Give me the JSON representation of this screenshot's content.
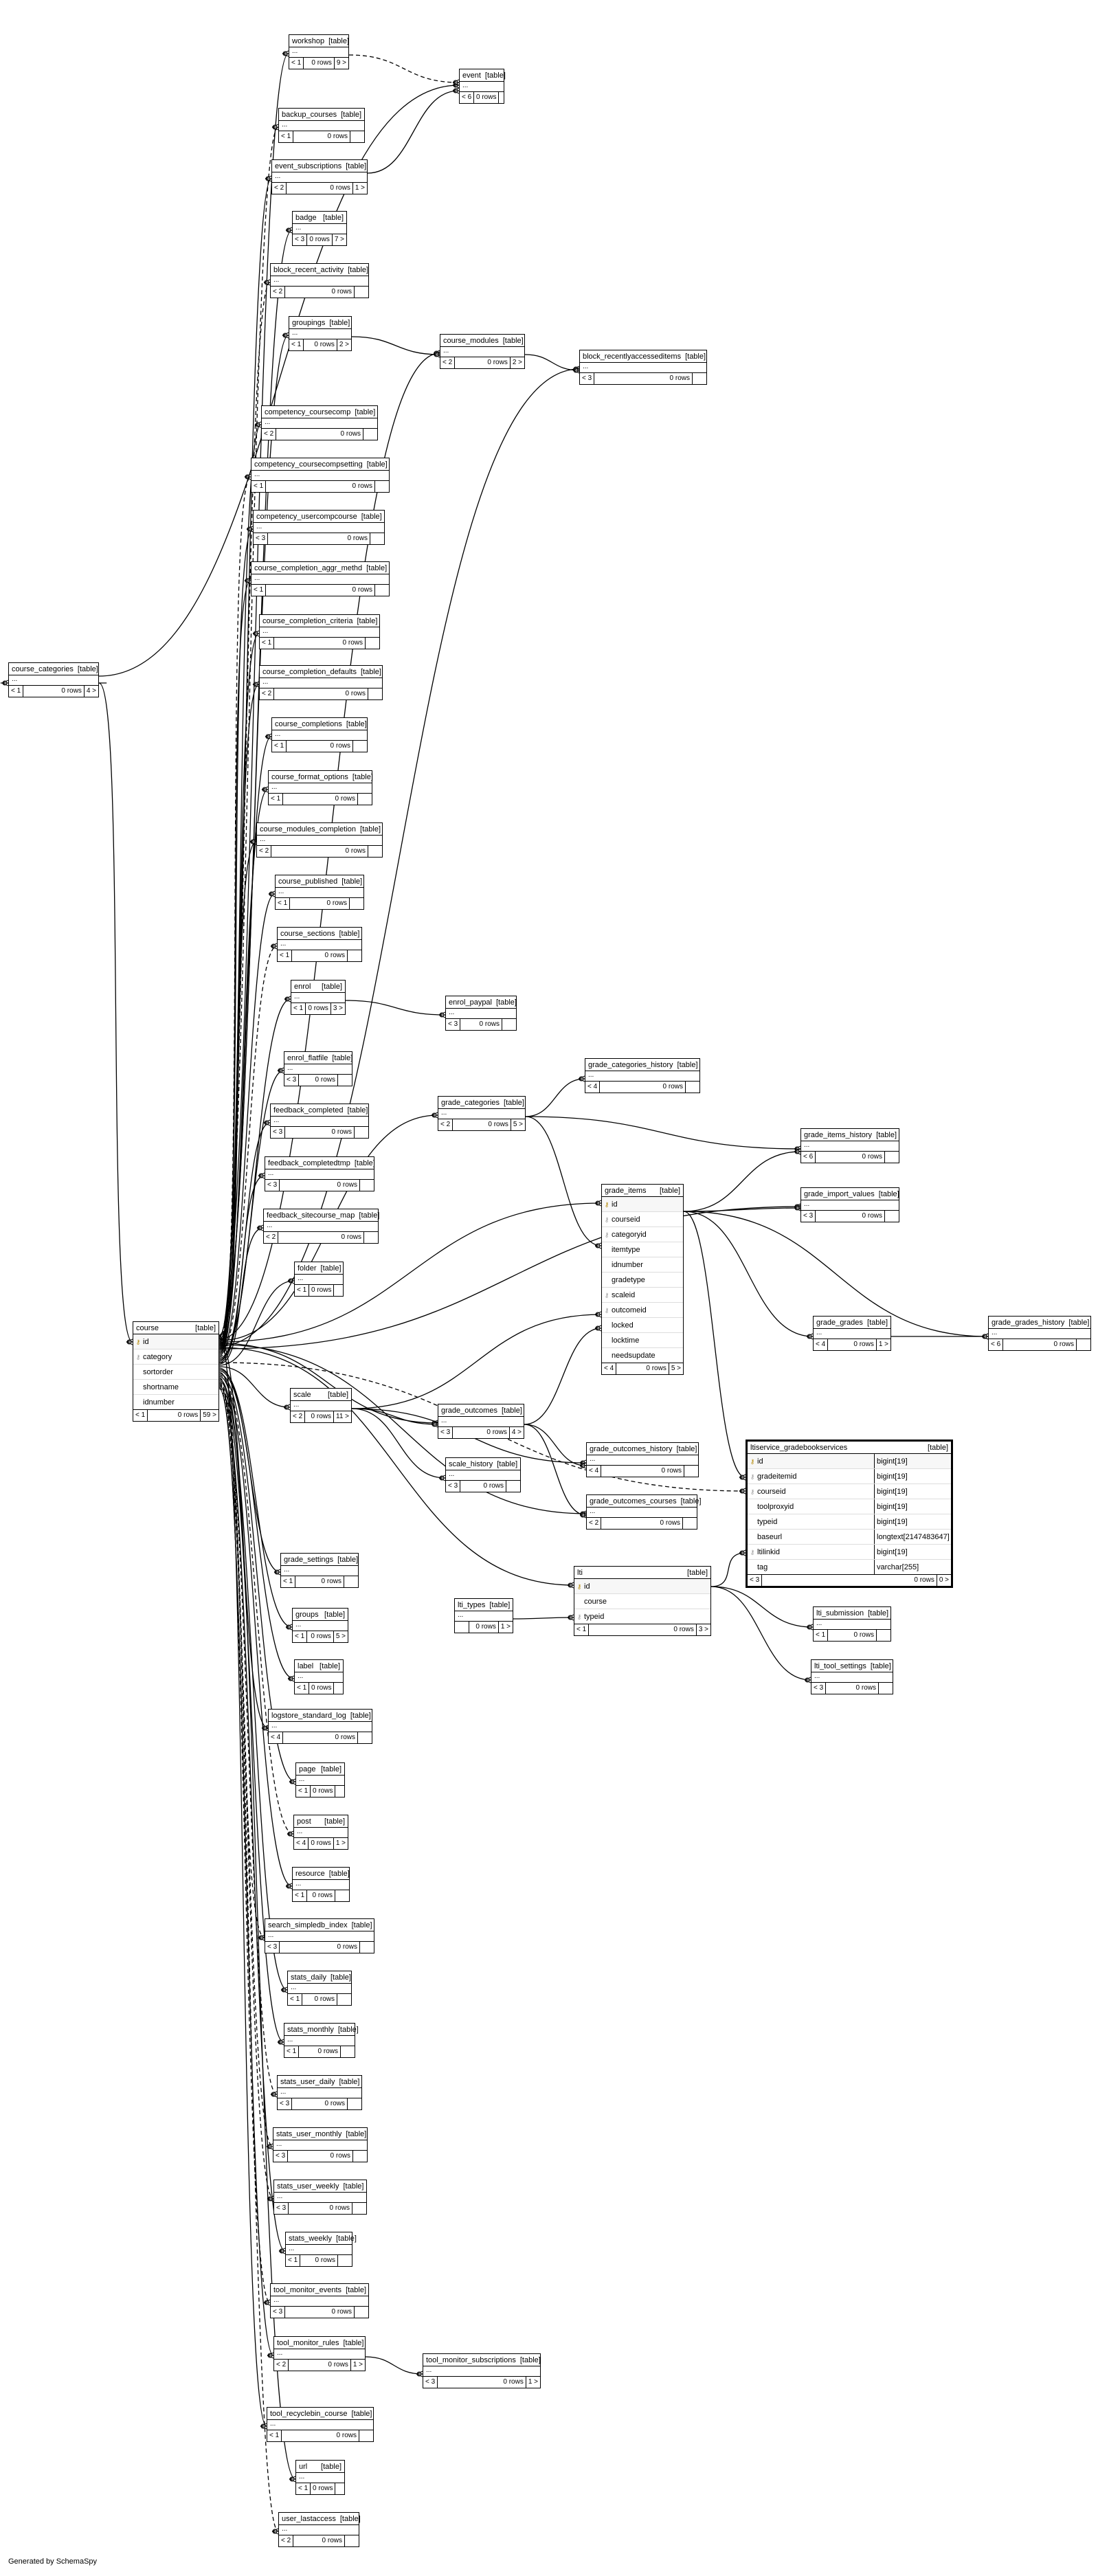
{
  "footer": "Generated by SchemaSpy",
  "labels": {
    "table_tag": "[table]",
    "rows_suffix": "rows",
    "ellipsis": "..."
  },
  "tables": [
    {
      "id": "workshop",
      "name": "workshop",
      "parents": "< 1",
      "rows": "0 rows",
      "children": "9 >"
    },
    {
      "id": "event",
      "name": "event",
      "parents": "< 6",
      "rows": "0 rows",
      "children": ""
    },
    {
      "id": "backup_courses",
      "name": "backup_courses",
      "parents": "< 1",
      "rows": "0 rows",
      "children": ""
    },
    {
      "id": "event_subscriptions",
      "name": "event_subscriptions",
      "parents": "< 2",
      "rows": "0 rows",
      "children": "1 >"
    },
    {
      "id": "badge",
      "name": "badge",
      "parents": "< 3",
      "rows": "0 rows",
      "children": "7 >"
    },
    {
      "id": "block_recent_activity",
      "name": "block_recent_activity",
      "parents": "< 2",
      "rows": "0 rows",
      "children": ""
    },
    {
      "id": "groupings",
      "name": "groupings",
      "parents": "< 1",
      "rows": "0 rows",
      "children": "2 >"
    },
    {
      "id": "course_modules",
      "name": "course_modules",
      "parents": "< 2",
      "rows": "0 rows",
      "children": "2 >"
    },
    {
      "id": "block_recentlyaccesseditems",
      "name": "block_recentlyaccesseditems",
      "parents": "< 3",
      "rows": "0 rows",
      "children": ""
    },
    {
      "id": "competency_coursecomp",
      "name": "competency_coursecomp",
      "parents": "< 2",
      "rows": "0 rows",
      "children": ""
    },
    {
      "id": "competency_coursecompsetting",
      "name": "competency_coursecompsetting",
      "parents": "< 1",
      "rows": "0 rows",
      "children": ""
    },
    {
      "id": "competency_usercompcourse",
      "name": "competency_usercompcourse",
      "parents": "< 3",
      "rows": "0 rows",
      "children": ""
    },
    {
      "id": "course_categories",
      "name": "course_categories",
      "parents": "< 1",
      "rows": "0 rows",
      "children": "4 >"
    },
    {
      "id": "course_completion_aggr_methd",
      "name": "course_completion_aggr_methd",
      "parents": "< 1",
      "rows": "0 rows",
      "children": ""
    },
    {
      "id": "course_completion_criteria",
      "name": "course_completion_criteria",
      "parents": "< 1",
      "rows": "0 rows",
      "children": ""
    },
    {
      "id": "course_completion_defaults",
      "name": "course_completion_defaults",
      "parents": "< 2",
      "rows": "0 rows",
      "children": ""
    },
    {
      "id": "course_completions",
      "name": "course_completions",
      "parents": "< 1",
      "rows": "0 rows",
      "children": ""
    },
    {
      "id": "course_format_options",
      "name": "course_format_options",
      "parents": "< 1",
      "rows": "0 rows",
      "children": ""
    },
    {
      "id": "course_modules_completion",
      "name": "course_modules_completion",
      "parents": "< 2",
      "rows": "0 rows",
      "children": ""
    },
    {
      "id": "course_published",
      "name": "course_published",
      "parents": "< 1",
      "rows": "0 rows",
      "children": ""
    },
    {
      "id": "course_sections",
      "name": "course_sections",
      "parents": "< 1",
      "rows": "0 rows",
      "children": ""
    },
    {
      "id": "enrol",
      "name": "enrol",
      "parents": "< 1",
      "rows": "0 rows",
      "children": "3 >"
    },
    {
      "id": "enrol_paypal",
      "name": "enrol_paypal",
      "parents": "< 3",
      "rows": "0 rows",
      "children": ""
    },
    {
      "id": "enrol_flatfile",
      "name": "enrol_flatfile",
      "parents": "< 3",
      "rows": "0 rows",
      "children": ""
    },
    {
      "id": "grade_categories_history",
      "name": "grade_categories_history",
      "parents": "< 4",
      "rows": "0 rows",
      "children": ""
    },
    {
      "id": "grade_categories",
      "name": "grade_categories",
      "parents": "< 2",
      "rows": "0 rows",
      "children": "5 >"
    },
    {
      "id": "feedback_completed",
      "name": "feedback_completed",
      "parents": "< 3",
      "rows": "0 rows",
      "children": ""
    },
    {
      "id": "grade_items_history",
      "name": "grade_items_history",
      "parents": "< 6",
      "rows": "0 rows",
      "children": ""
    },
    {
      "id": "feedback_completedtmp",
      "name": "feedback_completedtmp",
      "parents": "< 3",
      "rows": "0 rows",
      "children": ""
    },
    {
      "id": "grade_import_values",
      "name": "grade_import_values",
      "parents": "< 3",
      "rows": "0 rows",
      "children": ""
    },
    {
      "id": "feedback_sitecourse_map",
      "name": "feedback_sitecourse_map",
      "parents": "< 2",
      "rows": "0 rows",
      "children": ""
    },
    {
      "id": "folder",
      "name": "folder",
      "parents": "< 1",
      "rows": "0 rows",
      "children": ""
    },
    {
      "id": "grade_grades",
      "name": "grade_grades",
      "parents": "< 4",
      "rows": "0 rows",
      "children": "1 >"
    },
    {
      "id": "grade_grades_history",
      "name": "grade_grades_history",
      "parents": "< 6",
      "rows": "0 rows",
      "children": ""
    },
    {
      "id": "scale",
      "name": "scale",
      "parents": "< 2",
      "rows": "0 rows",
      "children": "11 >"
    },
    {
      "id": "grade_outcomes",
      "name": "grade_outcomes",
      "parents": "< 3",
      "rows": "0 rows",
      "children": "4 >"
    },
    {
      "id": "grade_outcomes_history",
      "name": "grade_outcomes_history",
      "parents": "< 4",
      "rows": "0 rows",
      "children": ""
    },
    {
      "id": "scale_history",
      "name": "scale_history",
      "parents": "< 3",
      "rows": "0 rows",
      "children": ""
    },
    {
      "id": "grade_outcomes_courses",
      "name": "grade_outcomes_courses",
      "parents": "< 2",
      "rows": "0 rows",
      "children": ""
    },
    {
      "id": "grade_settings",
      "name": "grade_settings",
      "parents": "< 1",
      "rows": "0 rows",
      "children": ""
    },
    {
      "id": "lti_types",
      "name": "lti_types",
      "parents": "",
      "rows": "0 rows",
      "children": "1 >"
    },
    {
      "id": "lti_submission",
      "name": "lti_submission",
      "parents": "< 1",
      "rows": "0 rows",
      "children": ""
    },
    {
      "id": "groups",
      "name": "groups",
      "parents": "< 1",
      "rows": "0 rows",
      "children": "5 >"
    },
    {
      "id": "lti_tool_settings",
      "name": "lti_tool_settings",
      "parents": "< 3",
      "rows": "0 rows",
      "children": ""
    },
    {
      "id": "label",
      "name": "label",
      "parents": "< 1",
      "rows": "0 rows",
      "children": ""
    },
    {
      "id": "logstore_standard_log",
      "name": "logstore_standard_log",
      "parents": "< 4",
      "rows": "0 rows",
      "children": ""
    },
    {
      "id": "page",
      "name": "page",
      "parents": "< 1",
      "rows": "0 rows",
      "children": ""
    },
    {
      "id": "post",
      "name": "post",
      "parents": "< 4",
      "rows": "0 rows",
      "children": "1 >"
    },
    {
      "id": "resource",
      "name": "resource",
      "parents": "< 1",
      "rows": "0 rows",
      "children": ""
    },
    {
      "id": "search_simpledb_index",
      "name": "search_simpledb_index",
      "parents": "< 3",
      "rows": "0 rows",
      "children": ""
    },
    {
      "id": "stats_daily",
      "name": "stats_daily",
      "parents": "< 1",
      "rows": "0 rows",
      "children": ""
    },
    {
      "id": "stats_monthly",
      "name": "stats_monthly",
      "parents": "< 1",
      "rows": "0 rows",
      "children": ""
    },
    {
      "id": "stats_user_daily",
      "name": "stats_user_daily",
      "parents": "< 3",
      "rows": "0 rows",
      "children": ""
    },
    {
      "id": "stats_user_monthly",
      "name": "stats_user_monthly",
      "parents": "< 3",
      "rows": "0 rows",
      "children": ""
    },
    {
      "id": "stats_user_weekly",
      "name": "stats_user_weekly",
      "parents": "< 3",
      "rows": "0 rows",
      "children": ""
    },
    {
      "id": "stats_weekly",
      "name": "stats_weekly",
      "parents": "< 1",
      "rows": "0 rows",
      "children": ""
    },
    {
      "id": "tool_monitor_events",
      "name": "tool_monitor_events",
      "parents": "< 3",
      "rows": "0 rows",
      "children": ""
    },
    {
      "id": "tool_monitor_rules",
      "name": "tool_monitor_rules",
      "parents": "< 2",
      "rows": "0 rows",
      "children": "1 >"
    },
    {
      "id": "tool_monitor_subscriptions",
      "name": "tool_monitor_subscriptions",
      "parents": "< 3",
      "rows": "0 rows",
      "children": "1 >"
    },
    {
      "id": "tool_recyclebin_course",
      "name": "tool_recyclebin_course",
      "parents": "< 1",
      "rows": "0 rows",
      "children": ""
    },
    {
      "id": "url",
      "name": "url",
      "parents": "< 1",
      "rows": "0 rows",
      "children": ""
    },
    {
      "id": "user_lastaccess",
      "name": "user_lastaccess",
      "parents": "< 2",
      "rows": "0 rows",
      "children": ""
    }
  ],
  "detailed": [
    {
      "id": "course",
      "name": "course",
      "parents": "< 1",
      "rows": "0 rows",
      "children": "59 >",
      "columns": [
        {
          "n": "id",
          "k": "pk"
        },
        {
          "n": "category",
          "k": "fk"
        },
        {
          "n": "sortorder",
          "k": ""
        },
        {
          "n": "shortname",
          "k": ""
        },
        {
          "n": "idnumber",
          "k": ""
        }
      ]
    },
    {
      "id": "grade_items",
      "name": "grade_items",
      "parents": "< 4",
      "rows": "0 rows",
      "children": "5 >",
      "columns": [
        {
          "n": "id",
          "k": "pk"
        },
        {
          "n": "courseid",
          "k": "fk"
        },
        {
          "n": "categoryid",
          "k": "fk"
        },
        {
          "n": "itemtype",
          "k": ""
        },
        {
          "n": "idnumber",
          "k": ""
        },
        {
          "n": "gradetype",
          "k": ""
        },
        {
          "n": "scaleid",
          "k": "fk"
        },
        {
          "n": "outcomeid",
          "k": "fk"
        },
        {
          "n": "locked",
          "k": ""
        },
        {
          "n": "locktime",
          "k": ""
        },
        {
          "n": "needsupdate",
          "k": ""
        }
      ]
    },
    {
      "id": "lti",
      "name": "lti",
      "parents": "< 1",
      "rows": "0 rows",
      "children": "3 >",
      "columns": [
        {
          "n": "id",
          "k": "pk"
        },
        {
          "n": "course",
          "k": ""
        },
        {
          "n": "typeid",
          "k": "fk"
        }
      ]
    },
    {
      "id": "ltiservice_gradebookservices",
      "name": "ltiservice_gradebookservices",
      "parents": "< 3",
      "rows": "0 rows",
      "children": "0 >",
      "bold": true,
      "columns": [
        {
          "n": "id",
          "k": "pk",
          "t": "bigint[19]"
        },
        {
          "n": "gradeitemid",
          "k": "fk",
          "t": "bigint[19]"
        },
        {
          "n": "courseid",
          "k": "fk",
          "t": "bigint[19]"
        },
        {
          "n": "toolproxyid",
          "k": "",
          "t": "bigint[19]"
        },
        {
          "n": "typeid",
          "k": "",
          "t": "bigint[19]"
        },
        {
          "n": "baseurl",
          "k": "",
          "t": "longtext[2147483647]"
        },
        {
          "n": "ltilinkid",
          "k": "fk",
          "t": "bigint[19]"
        },
        {
          "n": "tag",
          "k": "",
          "t": "varchar[255]"
        }
      ]
    }
  ]
}
